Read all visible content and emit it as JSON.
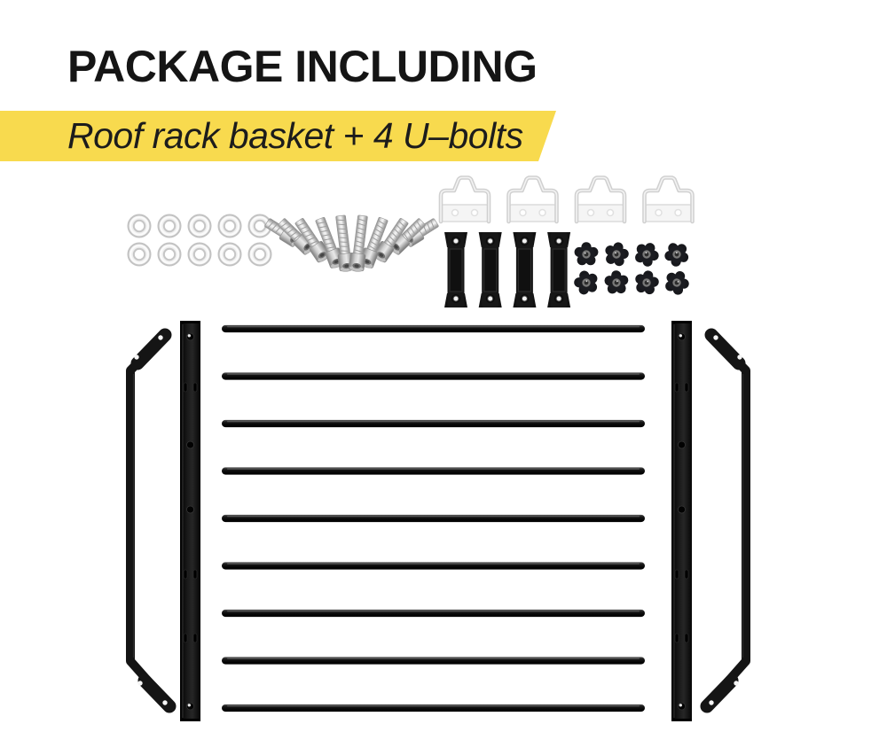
{
  "header": {
    "title": "PACKAGE INCLUDING"
  },
  "banner": {
    "text": "Roof rack basket + 4 U–bolts",
    "background": "#F8DA4E",
    "text_color": "#1c1c1c"
  },
  "colors": {
    "title": "#151515",
    "part_black": "#141414",
    "part_silver": "#c8c8c8",
    "background": "#ffffff"
  },
  "parts": {
    "washers": {
      "name": "flat-washers",
      "count": 10
    },
    "bolts": {
      "name": "socket-head-bolts",
      "count": 10
    },
    "u_bolts": {
      "name": "u-bolts",
      "count": 4
    },
    "clamp_plates": {
      "name": "clamp-plates",
      "count": 4
    },
    "knobs": {
      "name": "tightening-knobs",
      "count": 8
    },
    "crossbars": {
      "name": "basket-crossbars",
      "count": 9
    },
    "side_rails": {
      "name": "side-rails",
      "count": 2
    },
    "end_rails": {
      "name": "end-rails",
      "count": 2
    }
  }
}
